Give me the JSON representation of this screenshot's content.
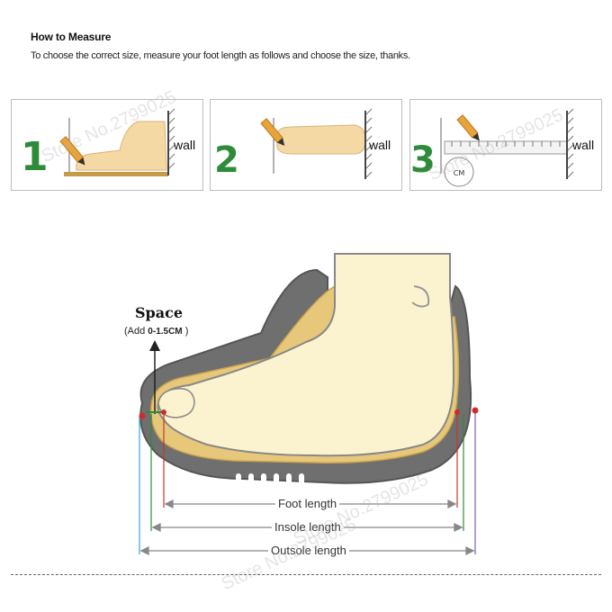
{
  "header": {
    "title": "How to Measure",
    "subtitle": "To choose the correct size, measure your foot length as follows and choose the size, thanks."
  },
  "steps": [
    {
      "number": "1",
      "wall_label": "wall"
    },
    {
      "number": "2",
      "wall_label": "wall"
    },
    {
      "number": "3",
      "wall_label": "wall",
      "ruler_badge": "CM"
    }
  ],
  "diagram": {
    "space_title": "Space",
    "space_add_prefix": "(Add ",
    "space_add_value": "0-1.5CM",
    "space_add_suffix": " )",
    "foot_length_label": "Foot length",
    "insole_length_label": "Insole length",
    "outsole_length_label": "Outsole length"
  },
  "watermarks": [
    "Store No.2799025",
    "Store No.2799025",
    "Store No.2799025",
    "Store No.2799025"
  ],
  "colors": {
    "step_number": "#2e8b3a",
    "foot": "#f5d9a4",
    "pencil": "#e8a33a",
    "sole": "#6d6d6d",
    "foot_length_line": "#c0392b",
    "insole_length_line": "#2e8b3a",
    "outsole_length_line": "#7b5fb0",
    "marker_dot": "#d62828"
  }
}
